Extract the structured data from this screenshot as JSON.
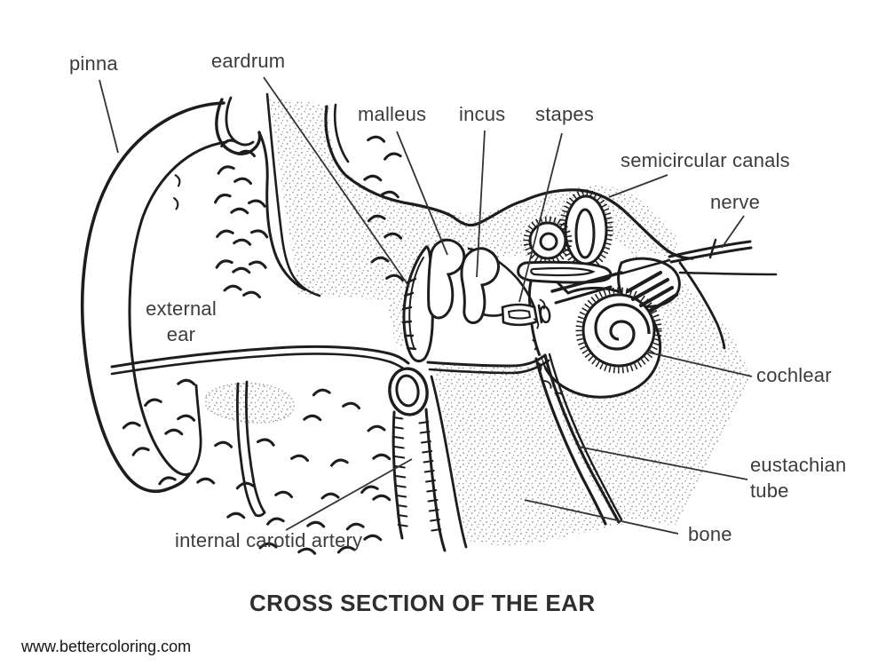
{
  "diagram": {
    "title": "CROSS SECTION OF THE EAR",
    "watermark": "www.bettercoloring.com",
    "labels": {
      "pinna": "pinna",
      "eardrum": "eardrum",
      "malleus": "malleus",
      "incus": "incus",
      "stapes": "stapes",
      "semicircular_canals": "semicircular canals",
      "nerve": "nerve",
      "external_ear": "external ear",
      "cochlear": "cochlear",
      "eustachian_tube": "eustachian tube",
      "bone": "bone",
      "internal_carotid_artery": "internal carotid artery"
    },
    "colors": {
      "line": "#1d1d1d",
      "leader": "#333333",
      "label_text": "#3c3c3c",
      "stipple": "#8f8f8f",
      "background": "#ffffff"
    }
  }
}
